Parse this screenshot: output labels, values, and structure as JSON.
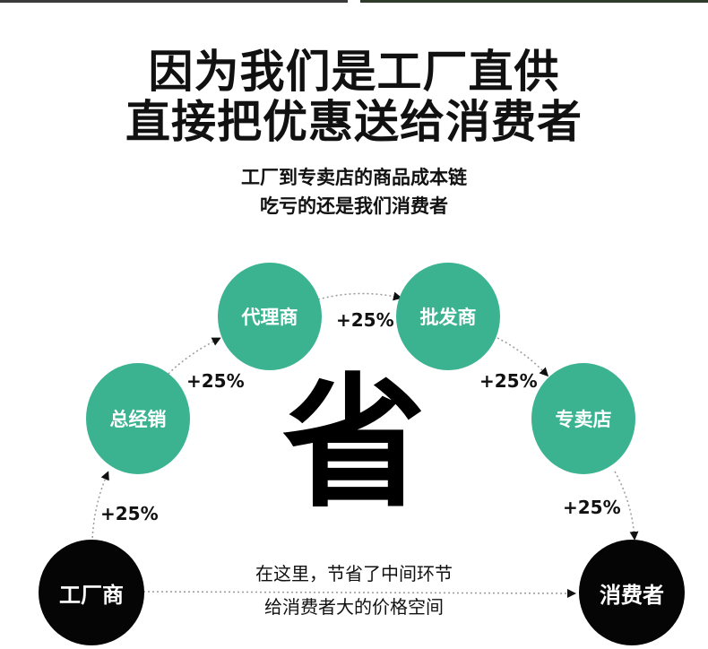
{
  "headline": {
    "line1": "因为我们是工厂直供",
    "line2": "直接把优惠送给消费者"
  },
  "subhead": {
    "line1": "工厂到专卖店的商品成本链",
    "line2": "吃亏的还是我们消费者"
  },
  "nodes": {
    "factory": "工厂商",
    "distributor": "总经销",
    "agent": "代理商",
    "wholesaler": "批发商",
    "store": "专卖店",
    "consumer": "消费者"
  },
  "markups": {
    "m1": "+25%",
    "m2": "+25%",
    "m3": "+25%",
    "m4": "+25%",
    "m5": "+25%"
  },
  "center_char": "省",
  "caption": {
    "line1": "在这里，节省了中间环节",
    "line2": "给消费者大的价格空间"
  },
  "colors": {
    "green": "#3bb391",
    "black": "#050505",
    "arrow": "#9a9a9a"
  }
}
